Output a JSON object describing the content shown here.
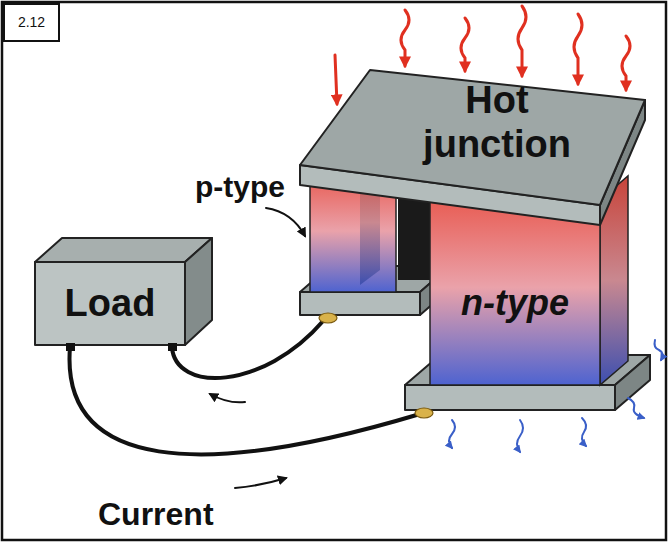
{
  "diagram": {
    "nodes": [
      {
        "text": [
          "2.12"
        ]
      },
      {
        "text": [
          "Hot junction"
        ]
      },
      {
        "text": [
          "n-type"
        ]
      },
      {
        "text": [
          "Load"
        ]
      }
    ],
    "labels": [
      "p-type",
      "Current"
    ]
  }
}
